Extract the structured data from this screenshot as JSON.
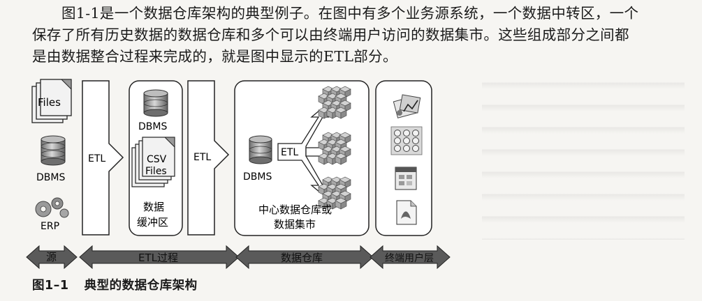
{
  "paragraph": {
    "line1": "图1-1是一个数据仓库架构的典型例子。在图中有多个业务源系统，一个数据中转区，一个",
    "line2": "保存了所有历史数据的数据仓库和多个可以由终端用户访问的数据集市。这些组成部分之间都",
    "line3": "是由数据整合过程来完成的，就是图中显示的ETL部分。"
  },
  "figure": {
    "sources": {
      "files_label": "Files",
      "dbms_label": "DBMS",
      "erp_label": "ERP"
    },
    "etl1_label": "ETL",
    "staging": {
      "dbms_label": "DBMS",
      "csv_label_1": "CSV",
      "csv_label_2": "Files",
      "title_1": "数据",
      "title_2": "缓冲区"
    },
    "etl2_label": "ETL",
    "warehouse": {
      "dbms_label": "DBMS",
      "etl_label": "ETL",
      "title_1": "中心数据仓库或",
      "title_2": "数据集市"
    },
    "bottom_arrows": {
      "source": "源",
      "etl_process": "ETL过程",
      "warehouse": "数据仓库",
      "end_user": "终端用户层"
    }
  },
  "caption": {
    "number": "图1–1",
    "title": "典型的数据仓库架构"
  },
  "colors": {
    "box_stroke": "#222222",
    "db_body": "#8e8e8e",
    "arrow_fill": "#5a5a5a",
    "cube_fill": "#b9b9b9"
  }
}
